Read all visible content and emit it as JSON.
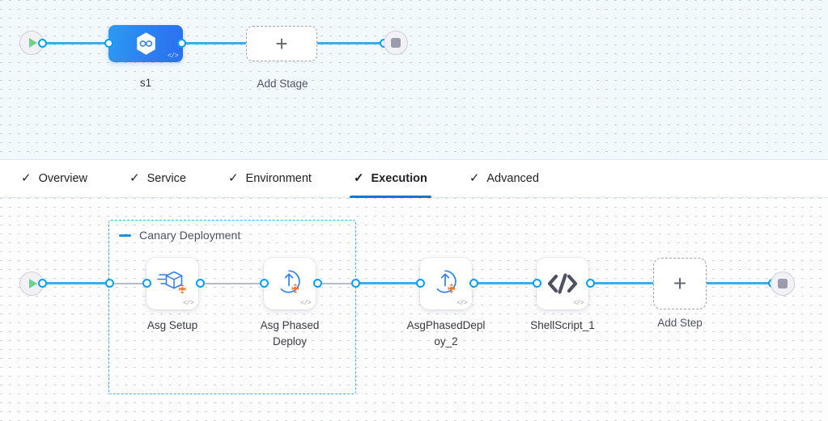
{
  "stage_canvas": {
    "start_node": {
      "icon": "play-icon",
      "name": "pipeline-start"
    },
    "end_node": {
      "icon": "stop-icon",
      "name": "pipeline-end"
    },
    "stage": {
      "label": "s1",
      "icon": "deployment-hexagon-icon",
      "badge": "</>"
    },
    "add_stage": {
      "label": "Add Stage",
      "icon": "plus-icon"
    }
  },
  "tabs": {
    "check_glyph": "✓",
    "items": [
      {
        "label": "Overview",
        "active": false
      },
      {
        "label": "Service",
        "active": false
      },
      {
        "label": "Environment",
        "active": false
      },
      {
        "label": "Execution",
        "active": true
      },
      {
        "label": "Advanced",
        "active": false
      }
    ],
    "active_underline_color": "#0b79d0"
  },
  "execution_canvas": {
    "start_node": {
      "icon": "play-icon"
    },
    "end_node": {
      "icon": "stop-icon"
    },
    "group": {
      "title": "Canary Deployment",
      "collapse_icon": "minus-icon"
    },
    "steps": [
      {
        "label": "Asg Setup",
        "icon": "asg-setup-icon",
        "badge": "</>",
        "in_group": true
      },
      {
        "label": "Asg Phased\nDeploy",
        "icon": "asg-phased-deploy-icon",
        "badge": "</>",
        "in_group": true
      },
      {
        "label": "AsgPhasedDepl\noy_2",
        "icon": "asg-phased-deploy-icon",
        "badge": "</>",
        "in_group": false
      },
      {
        "label": "ShellScript_1",
        "icon": "shell-script-icon",
        "badge": "</>",
        "in_group": false
      }
    ],
    "add_step": {
      "label": "Add Step",
      "icon": "plus-icon"
    }
  },
  "colors": {
    "link_blue": "#33b0f2",
    "accent_blue": "#0b79d0",
    "group_border": "#33b0f2",
    "stage_gradient_from": "#2b9bf4",
    "stage_gradient_to": "#2b6ff0",
    "orange_accent": "#f4772e",
    "canvas_top_bg": "#f2f9fd",
    "canvas_bottom_bg": "#fdfdfe"
  }
}
